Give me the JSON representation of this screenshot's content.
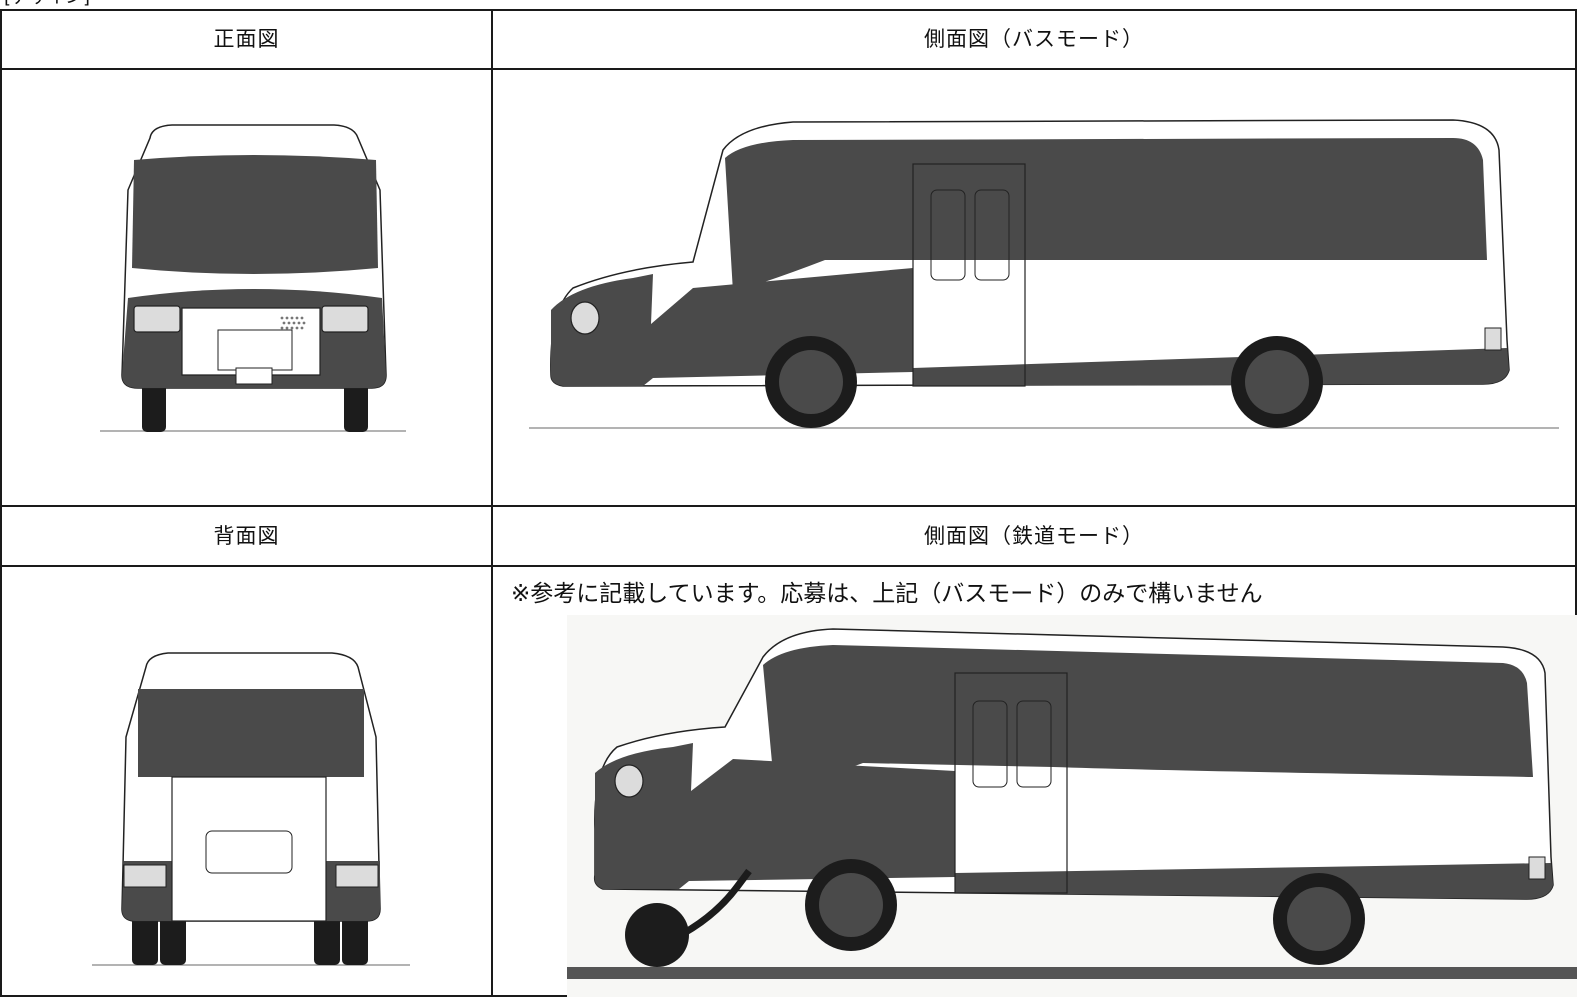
{
  "page_heading": "[デザイン]",
  "table": {
    "front_view_label": "正面図",
    "side_view_bus_label": "側面図（バスモード）",
    "rear_view_label": "背面図",
    "side_view_rail_label": "側面図（鉄道モード）",
    "rail_mode_note": "※参考に記載しています。応募は、上記（バスモード）のみで構いません"
  },
  "colors": {
    "body_dark": "#4a4a4a",
    "tire": "#1c1c1c",
    "outline": "#222222",
    "ground_line": "#9a9a9a",
    "rail": "#555555"
  }
}
